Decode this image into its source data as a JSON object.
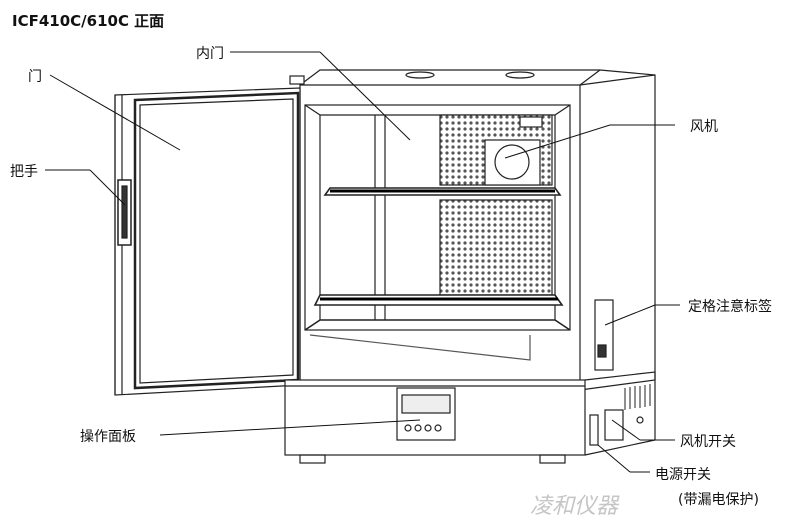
{
  "title": "ICF410C/610C 正面",
  "labels": {
    "door": "门",
    "inner_door": "内门",
    "handle": "把手",
    "fan": "风机",
    "rating_label": "定格注意标签",
    "control_panel": "操作面板",
    "fan_switch": "风机开关",
    "power_switch": "电源开关",
    "power_switch_note": "(带漏电保护)"
  },
  "watermark": "凌和仪器"
}
